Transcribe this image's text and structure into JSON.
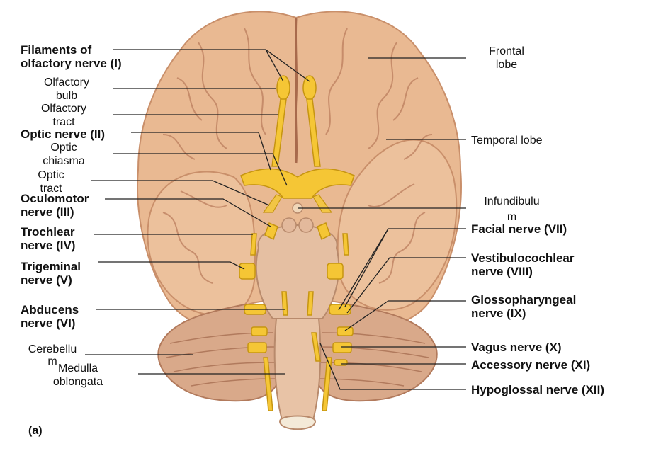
{
  "figure": {
    "panel": "(a)",
    "colors": {
      "brain": "#e9b992",
      "brain_dark": "#c98f6a",
      "sulcus": "#b8795a",
      "nerve": "#f5c635",
      "nerve_edge": "#c69510",
      "stem": "#e5bfa2",
      "leader": "#222222"
    }
  },
  "labels": {
    "left": [
      {
        "id": "olf-filaments",
        "lines": [
          "Filaments of",
          "olfactory nerve (I)"
        ],
        "bold": true
      },
      {
        "id": "olf-bulb",
        "lines": [
          "Olfactory",
          "bulb"
        ],
        "bold": false
      },
      {
        "id": "olf-tract",
        "lines": [
          "Olfactory",
          "tract"
        ],
        "bold": false
      },
      {
        "id": "optic-nerve",
        "lines": [
          "Optic nerve (II)"
        ],
        "bold": true
      },
      {
        "id": "optic-chiasma",
        "lines": [
          "Optic",
          "chiasma"
        ],
        "bold": false
      },
      {
        "id": "optic-tract",
        "lines": [
          "Optic",
          "tract"
        ],
        "bold": false
      },
      {
        "id": "oculomotor",
        "lines": [
          "Oculomotor",
          "nerve (III)"
        ],
        "bold": true
      },
      {
        "id": "trochlear",
        "lines": [
          "Trochlear",
          "nerve (IV)"
        ],
        "bold": true
      },
      {
        "id": "trigeminal",
        "lines": [
          "Trigeminal",
          "nerve (V)"
        ],
        "bold": true
      },
      {
        "id": "abducens",
        "lines": [
          "Abducens",
          "nerve (VI)"
        ],
        "bold": true
      },
      {
        "id": "cerebellum",
        "lines": [
          "Cerebellu",
          "m"
        ],
        "bold": false
      },
      {
        "id": "medulla",
        "lines": [
          "Medulla",
          "oblongata"
        ],
        "bold": false
      }
    ],
    "right": [
      {
        "id": "frontal-lobe",
        "lines": [
          "Frontal",
          "lobe"
        ],
        "bold": false
      },
      {
        "id": "temporal-lobe",
        "lines": [
          "Temporal lobe"
        ],
        "bold": false
      },
      {
        "id": "infundibulum",
        "lines": [
          "Infundibulu",
          "m"
        ],
        "bold": false
      },
      {
        "id": "facial",
        "lines": [
          "Facial nerve (VII)"
        ],
        "bold": true
      },
      {
        "id": "vestibulocochlear",
        "lines": [
          "Vestibulocochlear",
          "nerve (VIII)"
        ],
        "bold": true
      },
      {
        "id": "glossopharyngeal",
        "lines": [
          "Glossopharyngeal",
          "nerve (IX)"
        ],
        "bold": true
      },
      {
        "id": "vagus",
        "lines": [
          "Vagus nerve (X)"
        ],
        "bold": true
      },
      {
        "id": "accessory",
        "lines": [
          "Accessory nerve (XI)"
        ],
        "bold": true
      },
      {
        "id": "hypoglossal",
        "lines": [
          "Hypoglossal nerve (XII)"
        ],
        "bold": true
      }
    ]
  }
}
